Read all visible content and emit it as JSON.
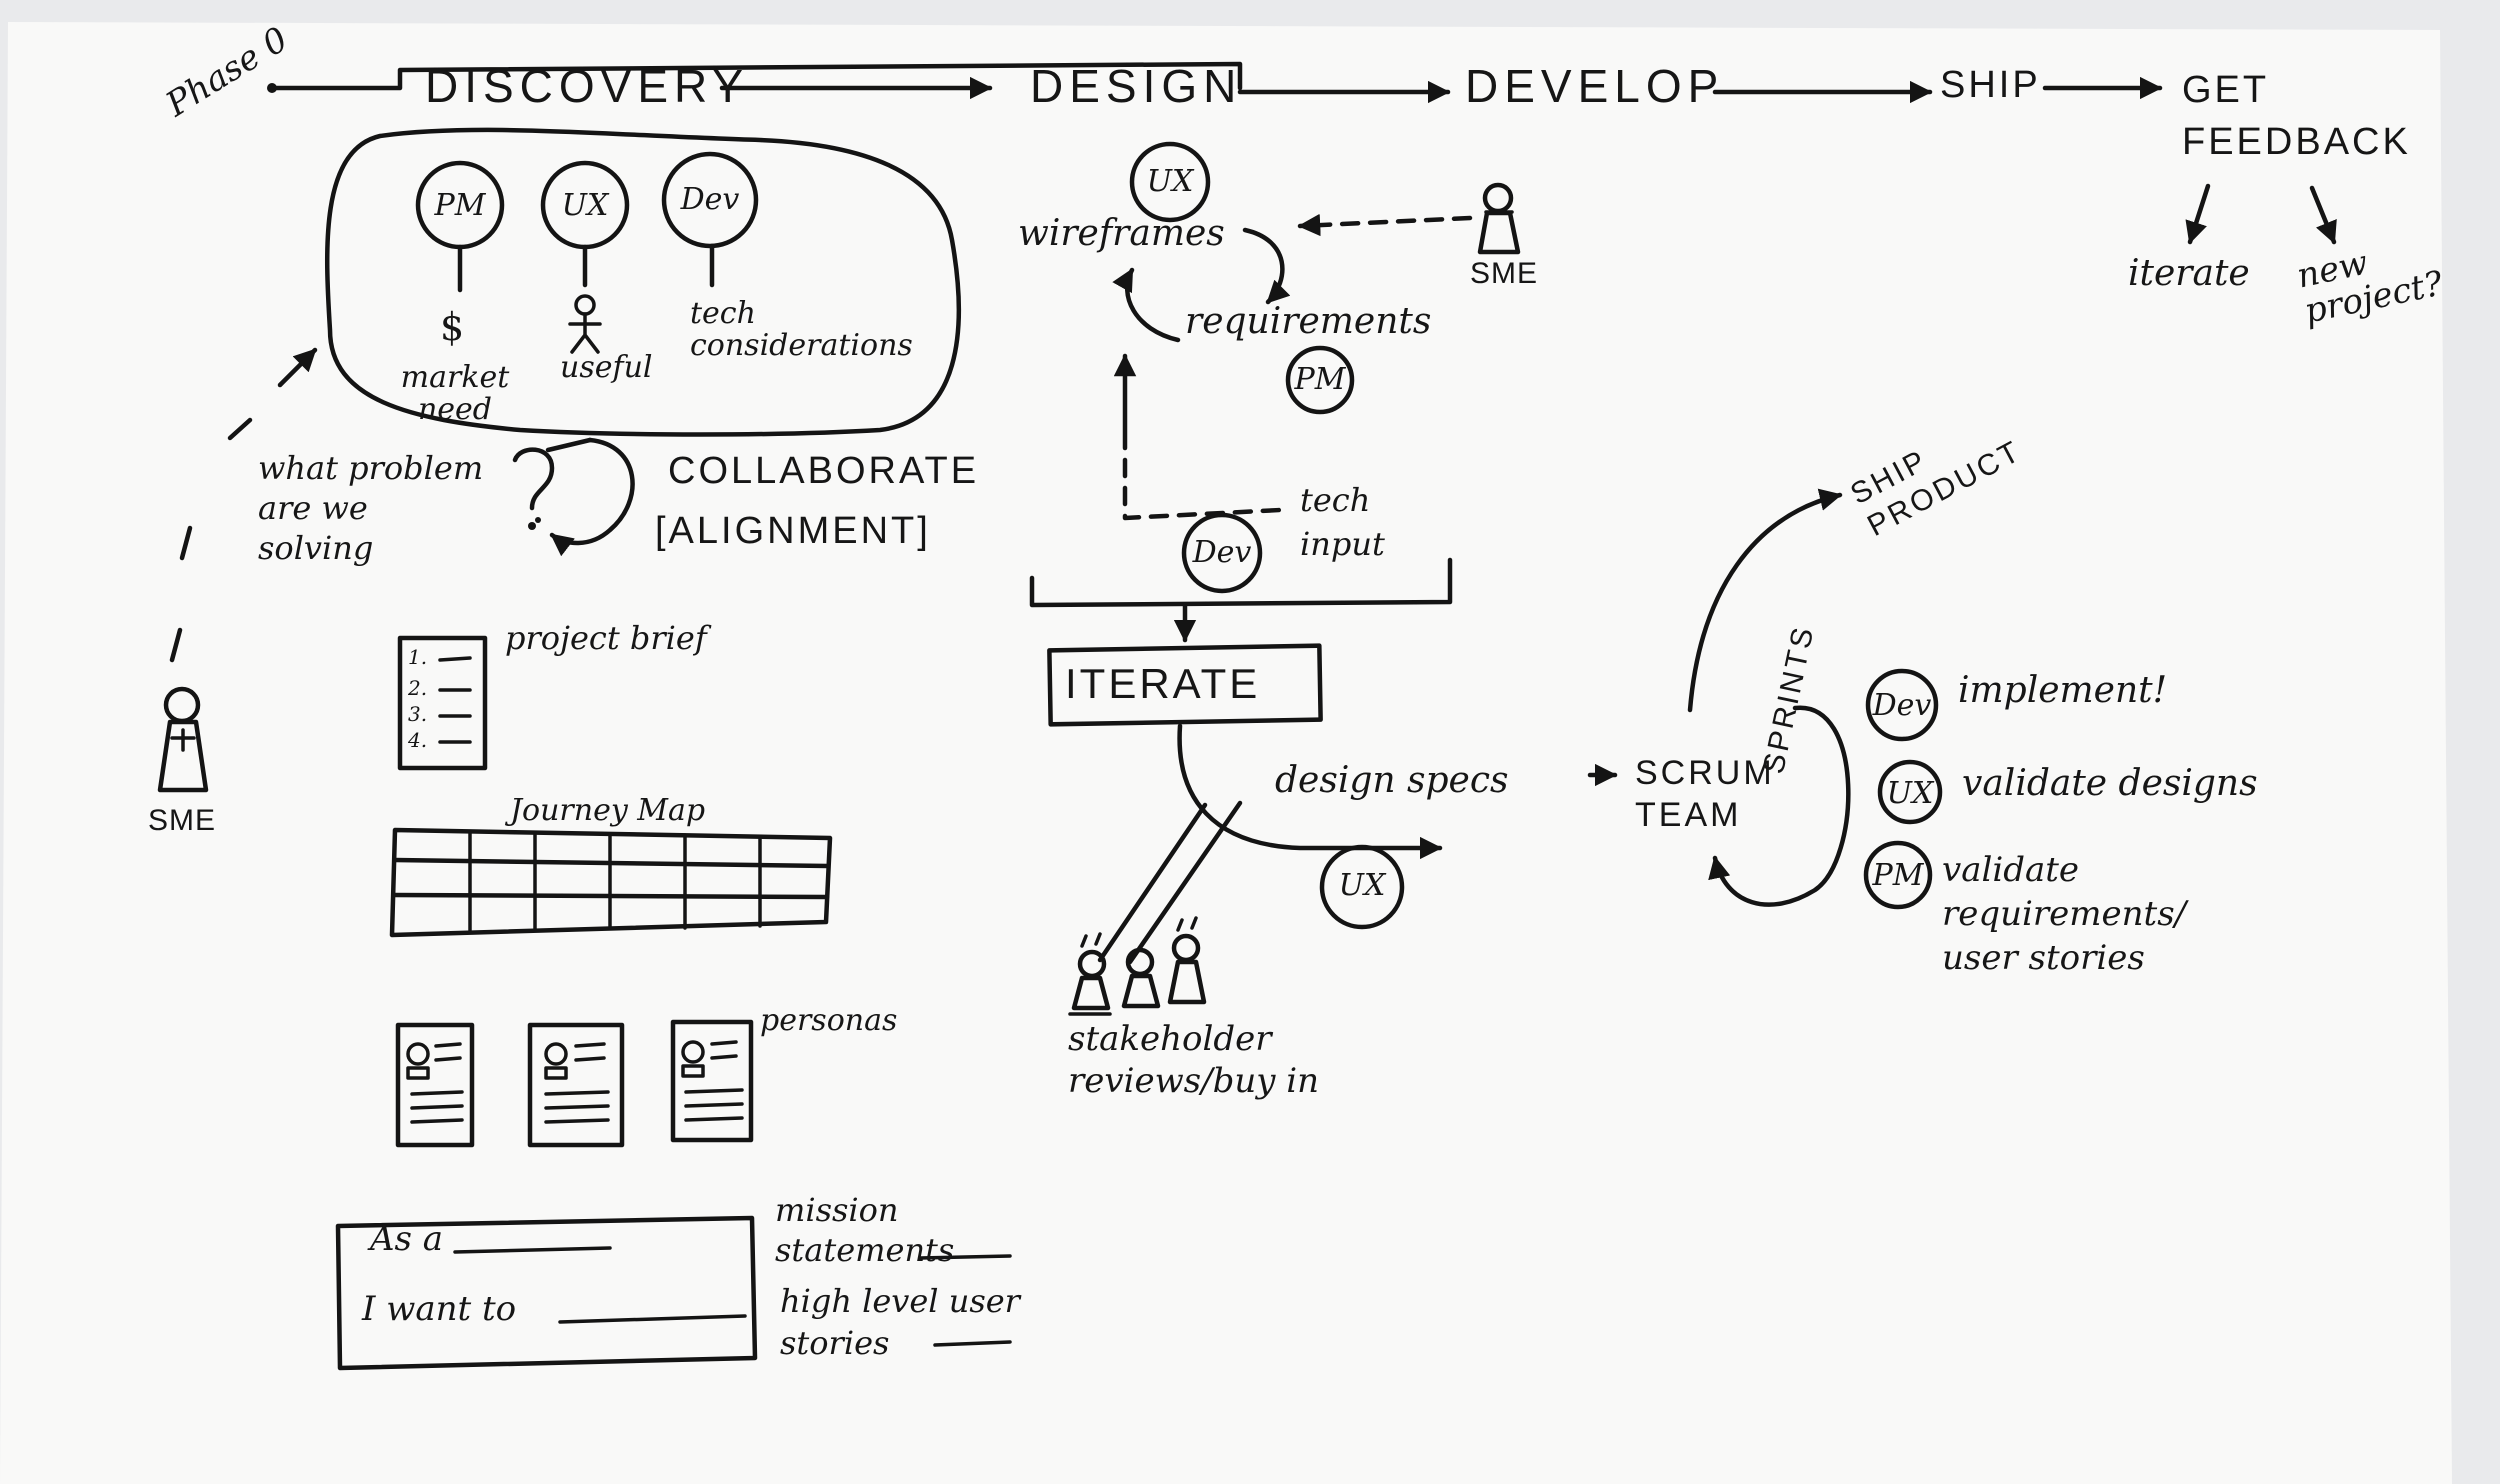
{
  "phases": {
    "phase_label": "Phase 0",
    "discovery": "DISCOVERY",
    "design": "DESIGN",
    "develop": "DEVELOP",
    "ship": "SHIP",
    "get_feedback": "GET FEEDBACK",
    "iterate": "iterate",
    "new_project": "new project?"
  },
  "discovery": {
    "roles": [
      "PM",
      "UX",
      "Dev"
    ],
    "role_outputs": [
      "$",
      "market need",
      "useful",
      "tech considerations"
    ],
    "question": "what problem are we solving",
    "collaborate": "COLLABORATE",
    "alignment": "[ALIGNMENT]",
    "sme": "SME",
    "project_brief": "project brief",
    "brief_items": [
      "1.",
      "2.",
      "3.",
      "4."
    ],
    "journey_map": "Journey Map",
    "personas": "personas",
    "story_as_a": "As a",
    "story_i_want_to": "I want to",
    "mission_statements": "mission statements",
    "high_level_user_stories": "high level user stories"
  },
  "design": {
    "ux": "UX",
    "wireframes": "wireframes",
    "requirements": "requirements",
    "pm": "PM",
    "sme": "SME",
    "tech_input": "tech input",
    "dev": "Dev",
    "iterate": "ITERATE",
    "design_specs": "design specs",
    "ux2": "UX",
    "stakeholder": "stakeholder reviews/buy in"
  },
  "develop": {
    "scrum_team": "SCRUM TEAM",
    "sprints": "SPRINTS",
    "ship_product": "SHIP PRODUCT",
    "dev": "Dev",
    "implement": "implement!",
    "ux": "UX",
    "validate_designs": "validate designs",
    "pm": "PM",
    "validate_requirements": "validate requirements/ user stories"
  }
}
